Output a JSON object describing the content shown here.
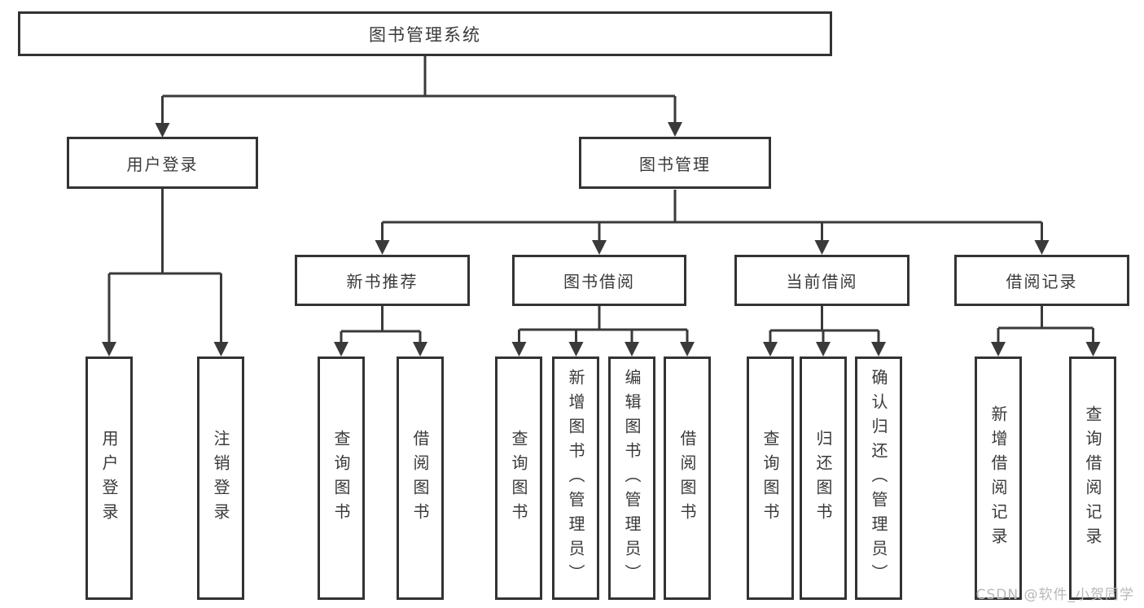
{
  "diagram": {
    "root": {
      "label": "图书管理系统"
    },
    "level2": [
      {
        "label": "用户登录"
      },
      {
        "label": "图书管理"
      }
    ],
    "level3": [
      {
        "label": "新书推荐"
      },
      {
        "label": "图书借阅"
      },
      {
        "label": "当前借阅"
      },
      {
        "label": "借阅记录"
      }
    ],
    "leaves": [
      {
        "label": "用户登录"
      },
      {
        "label": "注销登录"
      },
      {
        "label": "查询图书"
      },
      {
        "label": "借阅图书"
      },
      {
        "label": "查询图书"
      },
      {
        "label": "新增图书（管理员）"
      },
      {
        "label": "编辑图书（管理员）"
      },
      {
        "label": "借阅图书"
      },
      {
        "label": "查询图书"
      },
      {
        "label": "归还图书"
      },
      {
        "label": "确认归还（管理员）"
      },
      {
        "label": "新增借阅记录"
      },
      {
        "label": "查询借阅记录"
      }
    ],
    "watermark": "CSDN @软件_小贺同学",
    "colors": {
      "line": "#3a3a3a",
      "border": "#333333",
      "text": "#3a3a3a",
      "watermark": "#b8b8b8",
      "background": "#ffffff"
    }
  }
}
